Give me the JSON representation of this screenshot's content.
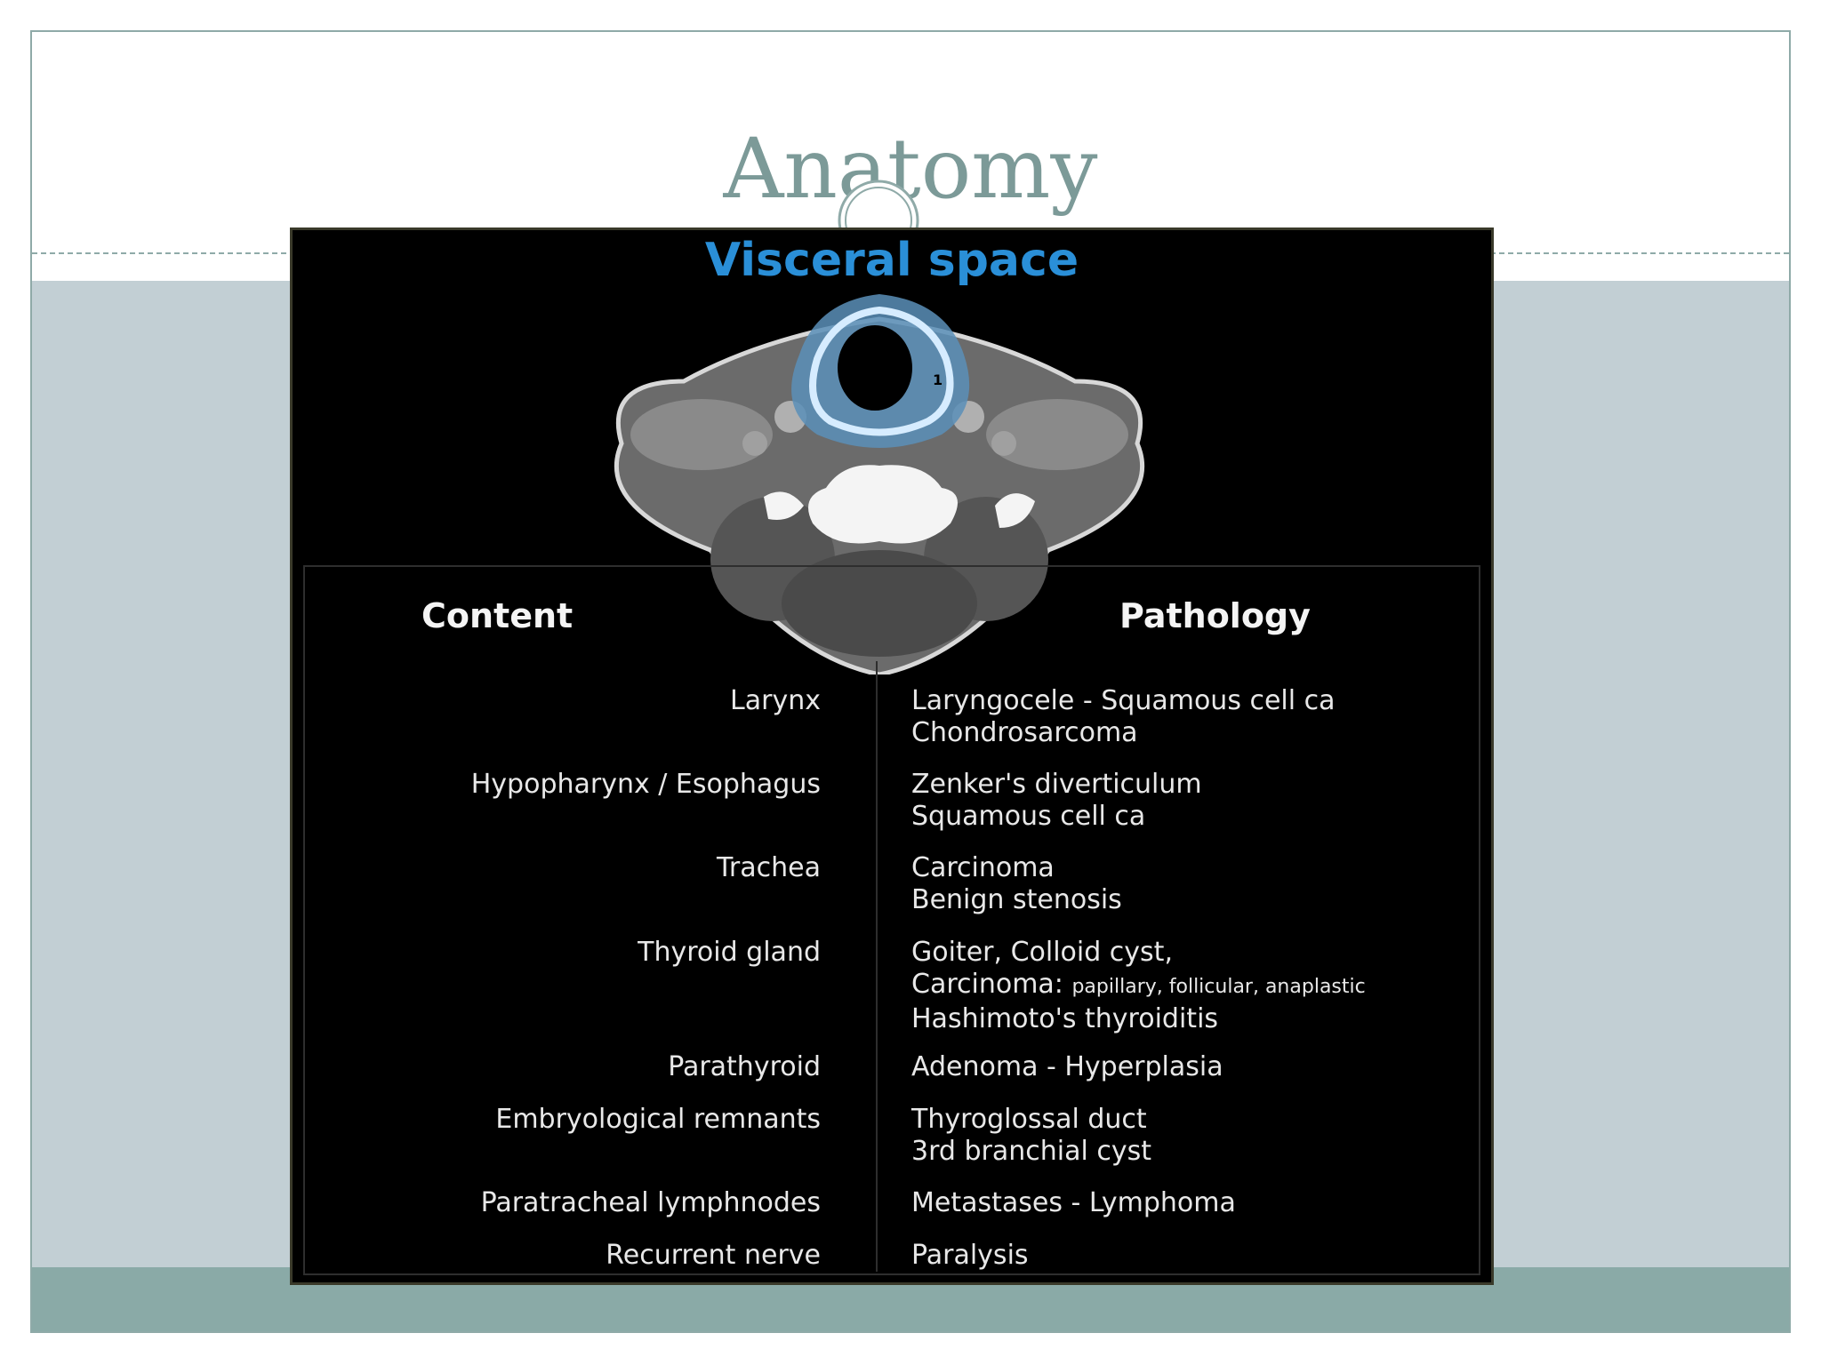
{
  "slide": {
    "title": "Anatomy"
  },
  "figure": {
    "heading": "Visceral space",
    "scan_marker": "1",
    "headers": {
      "content": "Content",
      "pathology": "Pathology"
    },
    "rows": [
      {
        "content": "Larynx",
        "pathology": [
          "Laryngocele - Squamous cell ca",
          "Chondrosarcoma"
        ]
      },
      {
        "content": "Hypopharynx / Esophagus",
        "pathology": [
          "Zenker's diverticulum",
          "Squamous cell ca"
        ]
      },
      {
        "content": "Trachea",
        "pathology": [
          "Carcinoma",
          "Benign stenosis"
        ]
      },
      {
        "content": "Thyroid gland",
        "pathology": [
          "Goiter, Colloid cyst,",
          "Carcinoma:",
          "Hashimoto's thyroiditis"
        ],
        "pathology_note": "papillary, follicular, anaplastic"
      },
      {
        "content": "Parathyroid",
        "pathology": [
          "Adenoma - Hyperplasia"
        ]
      },
      {
        "content": "Embryological remnants",
        "pathology": [
          "Thyroglossal duct",
          "3rd branchial cyst"
        ]
      },
      {
        "content": "Paratracheal lymphnodes",
        "pathology": [
          "Metastases - Lymphoma"
        ]
      },
      {
        "content": "Recurrent nerve",
        "pathology": [
          "Paralysis"
        ]
      }
    ]
  }
}
